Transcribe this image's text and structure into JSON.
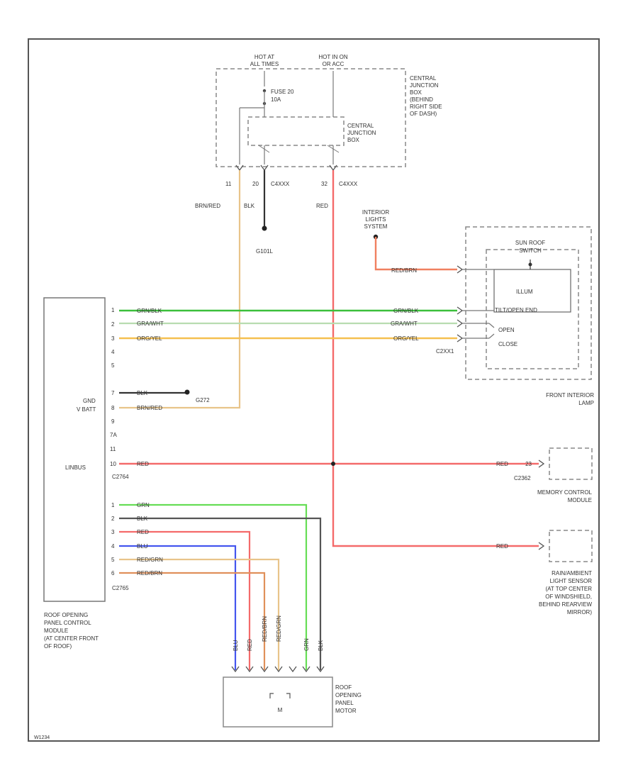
{
  "power": {
    "hot_at_all_times": [
      "HOT AT",
      "ALL TIMES"
    ],
    "hot_in_on": [
      "HOT IN ON",
      "OR ACC"
    ],
    "fuse": [
      "FUSE 20",
      "10A"
    ]
  },
  "central_junction_box": {
    "outer_label": [
      "CENTRAL",
      "JUNCTION",
      "BOX",
      "(BEHIND",
      "RIGHT SIDE",
      "OF DASH)"
    ],
    "inner_label": [
      "CENTRAL",
      "JUNCTION",
      "BOX"
    ],
    "pins": {
      "p1": "11",
      "p2": "20",
      "p2_conn": "C4XXX",
      "p3": "32",
      "p3_conn": "C4XXX"
    }
  },
  "wire_labels": {
    "brn_red": "BRN/RED",
    "blk": "BLK",
    "red": "RED",
    "g101": "G101L",
    "g272": "G272"
  },
  "interior_light_switch": [
    "INTERIOR",
    "LIGHTS",
    "SYSTEM"
  ],
  "front_interior_lamp": {
    "title": [
      "FRONT INTERIOR",
      "LAMP"
    ],
    "switch_label": [
      "SUN ROOF",
      "SWITCH"
    ],
    "illum": "ILLUM",
    "tilt_open": "TILT/OPEN END",
    "open": "OPEN",
    "close": "CLOSE",
    "connector": "C2XX1",
    "wire_red_brn": "RED/BRN"
  },
  "control_module": {
    "title": [
      "ROOF OPENING",
      "PANEL CONTROL",
      "MODULE",
      "(AT CENTER FRONT",
      "OF ROOF)"
    ],
    "gnd": "GND",
    "vbatt": "V BATT",
    "linbus": "LINBUS",
    "conn_upper": "C2764",
    "conn_lower": "C2765",
    "pins_upper": [
      "1",
      "2",
      "3",
      "4",
      "5",
      "7",
      "8",
      "9",
      "7A",
      "11",
      "10"
    ],
    "pins_lower": [
      "1",
      "2",
      "3",
      "4",
      "5",
      "6"
    ]
  },
  "harness_wires": {
    "grn_blk": "GRN/BLK",
    "gra_wht": "GRA/WHT",
    "org_yel": "ORG/YEL",
    "blk": "BLK",
    "brn_red": "BRN/RED",
    "red": "RED",
    "grn": "GRN",
    "blu": "BLU",
    "red_grn": "RED/GRN",
    "red_brn": "RED/BRN"
  },
  "memory_module": {
    "title": [
      "MEMORY CONTROL",
      "MODULE"
    ],
    "connector": "C2362",
    "pin": "23"
  },
  "rain_sensor": {
    "title": [
      "RAIN/AMBIENT",
      "LIGHT SENSOR",
      "(AT TOP CENTER",
      "OF WINDSHIELD,",
      "BEHIND REARVIEW",
      "MIRROR)"
    ]
  },
  "motor": {
    "title": [
      "ROOF",
      "OPENING",
      "PANEL",
      "MOTOR"
    ],
    "symbol": "M"
  },
  "footer_code": "W1234"
}
